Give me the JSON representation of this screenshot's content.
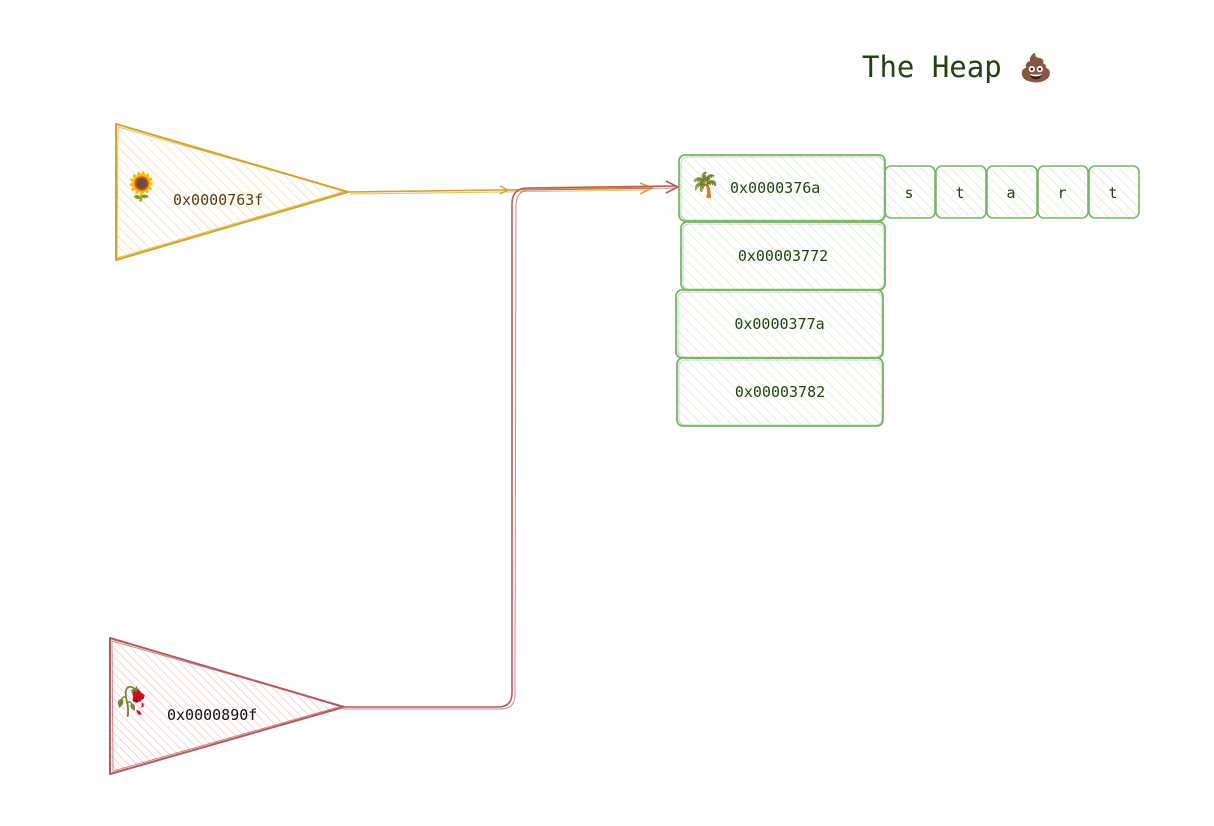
{
  "title": {
    "text": "The Heap",
    "icon": "💩"
  },
  "pointers": [
    {
      "label": "0x0000763f",
      "icon": "🌻",
      "color": "#d4a42a",
      "text_color": "#5a3a10"
    },
    {
      "label": "0x0000890f",
      "icon": "🥀",
      "color": "#b35a5a",
      "text_color": "#111111"
    }
  ],
  "heap": {
    "cells": [
      {
        "address": "0x0000376a",
        "icon": "🌴"
      },
      {
        "address": "0x00003772"
      },
      {
        "address": "0x0000377a"
      },
      {
        "address": "0x00003782"
      }
    ],
    "chars": [
      "s",
      "t",
      "a",
      "r",
      "t"
    ],
    "color": "#7cb36a"
  }
}
